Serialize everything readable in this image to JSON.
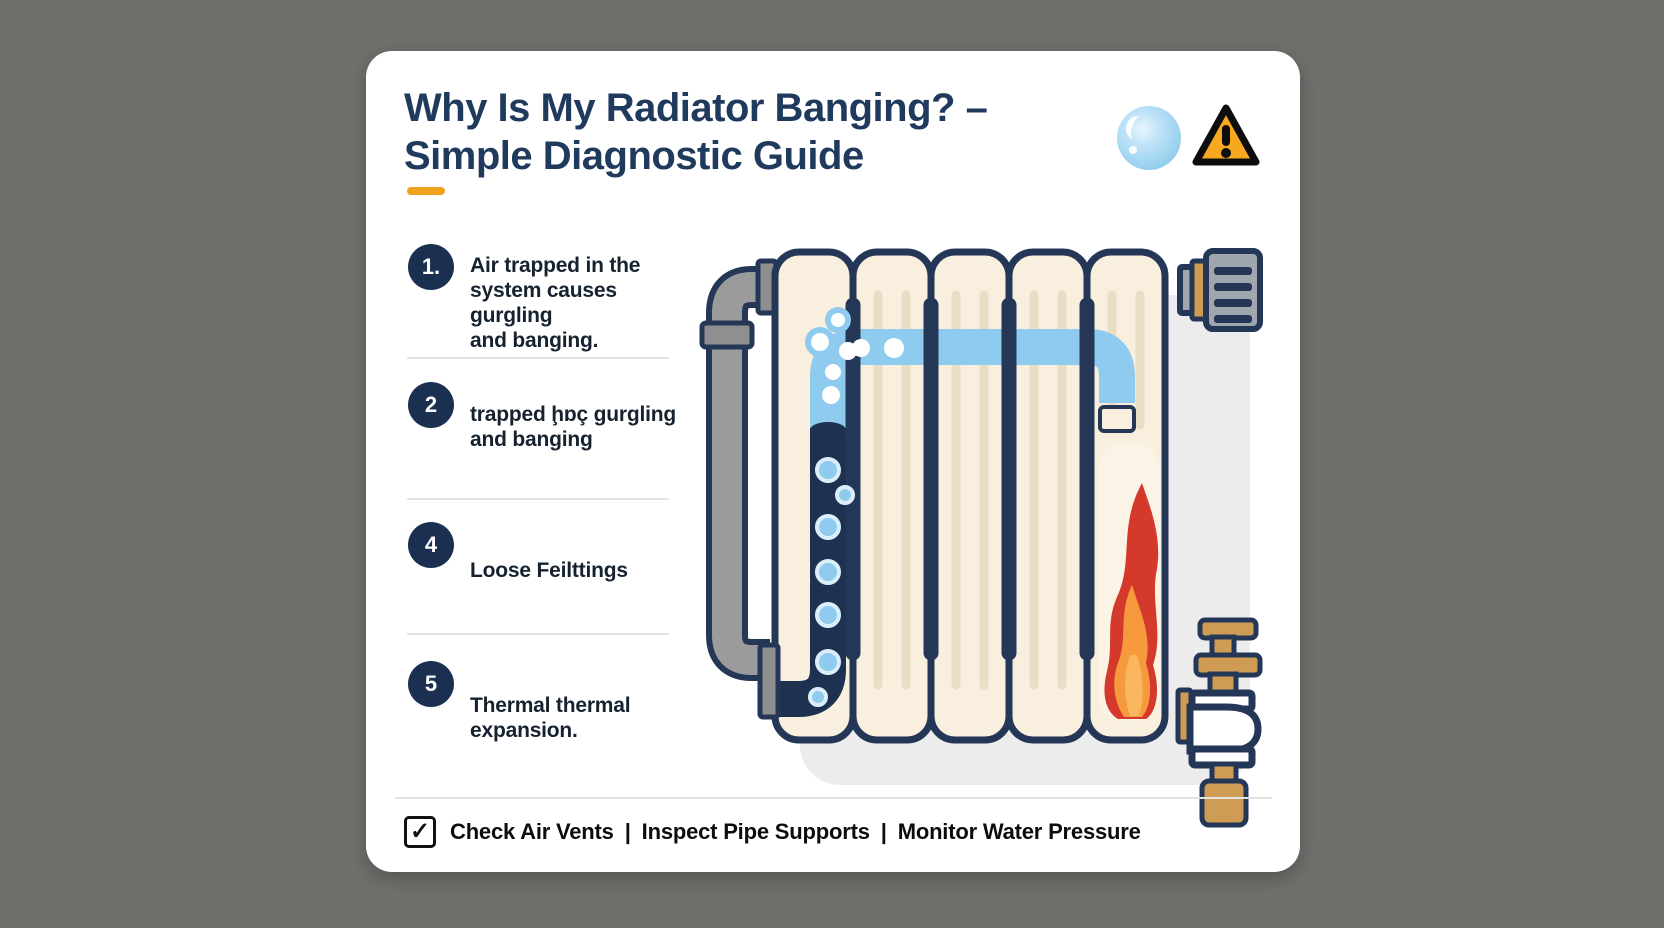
{
  "colors": {
    "bg": "#6f6f6c",
    "card": "#ffffff",
    "title": "#1f3a5c",
    "accent": "#f0a21d",
    "badge": "#1b3050",
    "text": "#16222f",
    "divider": "#e3e3e3",
    "footer-text": "#0c0c0c",
    "navy": "#243757",
    "cream": "#f8efdf",
    "cream-stripe": "#e9ddc6",
    "water-blue": "#8ecbee",
    "water-dark": "#1d3150",
    "pipe-gray": "#9b9b9b",
    "pipe-gray-dark": "#8f8f8f",
    "flame-outer": "#d4392c",
    "flame-inner": "#f79a3e",
    "brass": "#cf9c55",
    "nut-gray": "#a0a6ad",
    "shadow": "#ececec",
    "bubble-icon": "#a5d8f3",
    "warning": "#f6a820"
  },
  "header": {
    "title_line1": "Why Is My Radiator Banging? –",
    "title_line2": "Simple Diagnostic Guide"
  },
  "causes": [
    {
      "number": "1.",
      "text": "Air trapped in the\nsystem causes gurgling\nand banging."
    },
    {
      "number": "2",
      "text": "trapped ḩɒç gurgling\nand banging"
    },
    {
      "number": "4",
      "text": "Loose Feilttings"
    },
    {
      "number": "5",
      "text": "Thermal thermal\nexpansion."
    }
  ],
  "footer": {
    "checkbox": "✓",
    "separator": "|",
    "items": [
      "Check Air Vents",
      "Inspect Pipe Supports",
      "Monitor Water Pressure"
    ]
  }
}
